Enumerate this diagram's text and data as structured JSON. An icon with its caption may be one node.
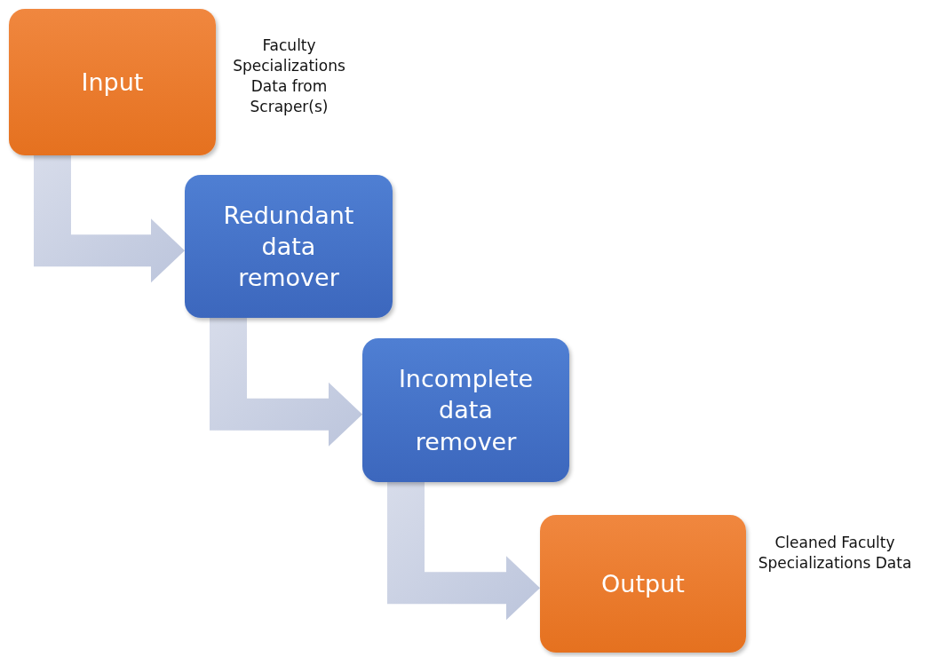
{
  "diagram": {
    "nodes": [
      {
        "text": [
          "Input"
        ],
        "beside": [
          "Faculty Specializations Data from Scraper(s)"
        ]
      },
      {
        "text": [
          "Redundant data remover"
        ]
      },
      {
        "text": [
          "Incomplete data remover"
        ]
      },
      {
        "text": [
          "Output"
        ],
        "beside": [
          "Cleaned Faculty Specializations Data"
        ]
      }
    ],
    "edges": [
      {
        "from": 0,
        "to": 1,
        "arrow": "to"
      },
      {
        "from": 1,
        "to": 2,
        "arrow": "to"
      },
      {
        "from": 2,
        "to": 3,
        "arrow": "to"
      }
    ]
  }
}
